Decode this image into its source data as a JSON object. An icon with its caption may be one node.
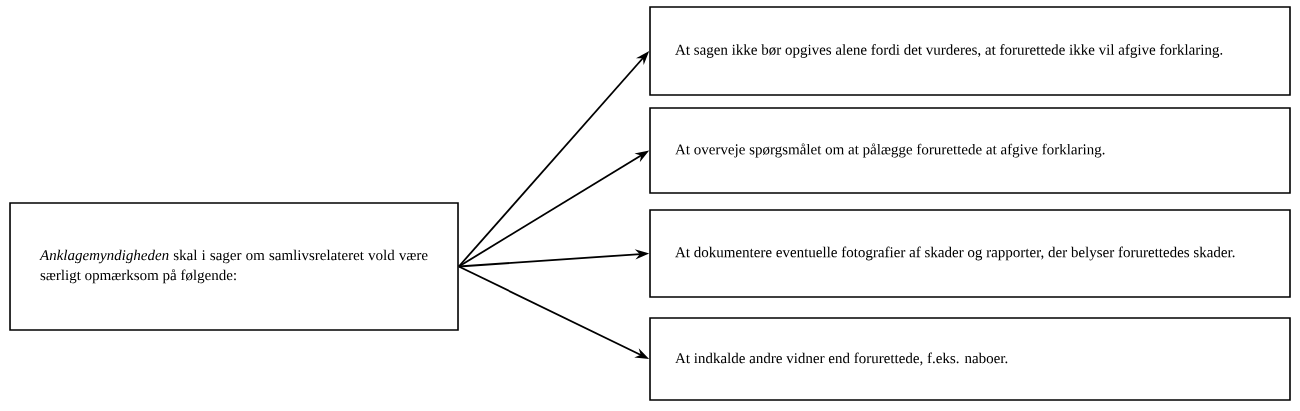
{
  "diagram": {
    "nodes": [
      {
        "text": [
          "*Anklagemyndigheden* skal i sager om samlivsrelateret vold være særligt opmærksom på følgende:"
        ]
      },
      {
        "text": [
          "At sagen ikke bør opgives alene fordi det vurderes, at forurettede ikke vil afgive forklaring."
        ]
      },
      {
        "text": [
          "At overveje spørgsmålet om at pålægge forurettede at afgive forklaring."
        ]
      },
      {
        "text": [
          "At dokumentere eventuelle fotografier af skader og rapporter, der belyser forurettedes skader."
        ]
      },
      {
        "text": [
          "At indkalde andre vidner end forurettede, f.eks. naboer."
        ]
      }
    ],
    "edges": [
      {
        "from": 0,
        "to": 1,
        "arrow": "to"
      },
      {
        "from": 0,
        "to": 2,
        "arrow": "to"
      },
      {
        "from": 0,
        "to": 3,
        "arrow": "to"
      },
      {
        "from": 0,
        "to": 4,
        "arrow": "to"
      }
    ]
  }
}
